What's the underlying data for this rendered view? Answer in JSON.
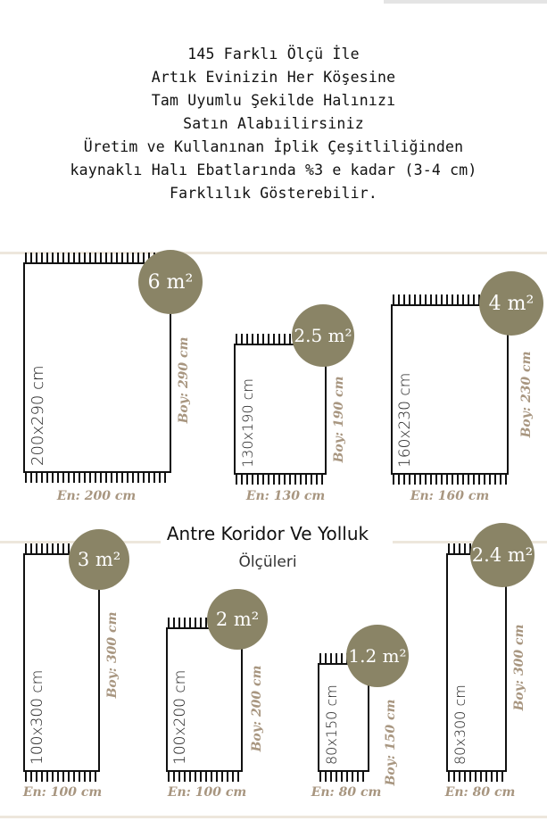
{
  "header_lines": [
    "145 Farklı Ölçü İle",
    "Artık Evinizin Her Köşesine",
    "Tam Uyumlu Şekilde Halınızı",
    "Satın Alabıilirsiniz",
    "Üretim ve Kullanınan İplik Çeşitliliğinden",
    "kaynaklı Halı Ebatlarında %3 e kadar (3-4 cm)",
    "Farklılık Gösterebilir."
  ],
  "section2": {
    "title": "Antre Koridor Ve Yolluk",
    "subtitle": "Ölçüleri"
  },
  "colors": {
    "badge": "#8a8466",
    "dimension_text": "#a89680",
    "outline": "#111111"
  },
  "rugs": [
    {
      "size_label": "200x290 cm",
      "area": "6 m²",
      "length": "Boy: 290 cm",
      "width": "En: 200 cm"
    },
    {
      "size_label": "130x190 cm",
      "area": "2.5 m²",
      "length": "Boy: 190 cm",
      "width": "En: 130 cm"
    },
    {
      "size_label": "160x230 cm",
      "area": "4 m²",
      "length": "Boy: 230 cm",
      "width": "En: 160 cm"
    },
    {
      "size_label": "100x300 cm",
      "area": "3 m²",
      "length": "Boy: 300 cm",
      "width": "En: 100 cm"
    },
    {
      "size_label": "100x200 cm",
      "area": "2 m²",
      "length": "Boy: 200 cm",
      "width": "En: 100 cm"
    },
    {
      "size_label": "80x150 cm",
      "area": "1.2 m²",
      "length": "Boy: 150 cm",
      "width": "En: 80 cm"
    },
    {
      "size_label": "80x300 cm",
      "area": "2.4 m²",
      "length": "Boy: 300 cm",
      "width": "En: 80 cm"
    }
  ]
}
